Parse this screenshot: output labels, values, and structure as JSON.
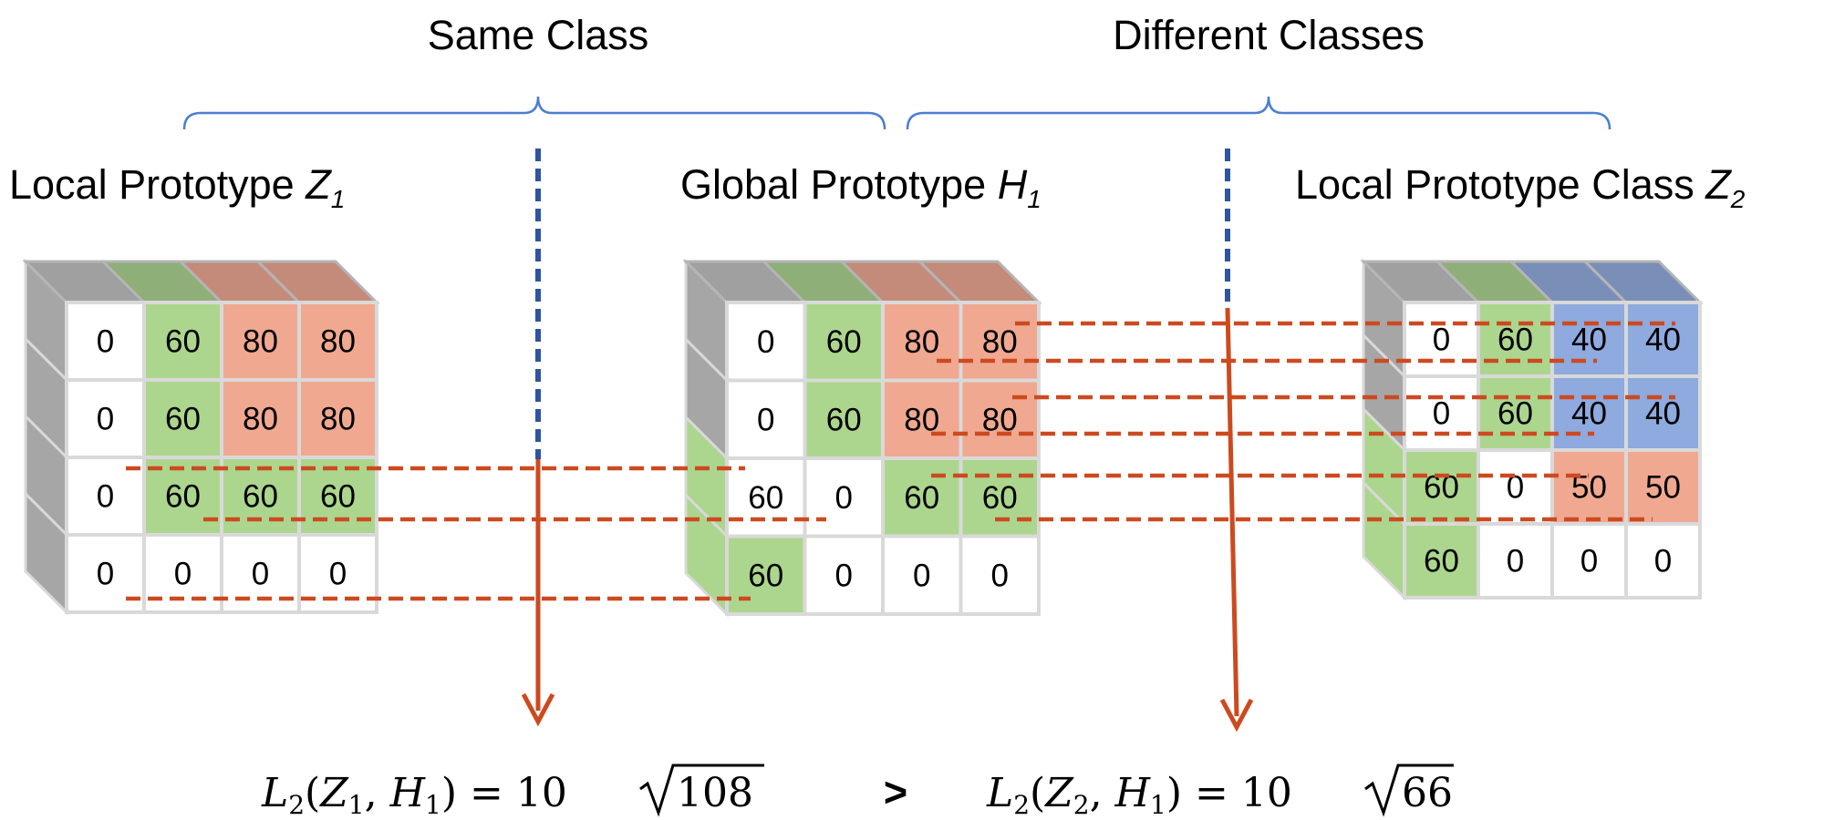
{
  "headers": {
    "same_class": "Same Class",
    "different_classes": "Different Classes"
  },
  "labels": [
    {
      "text": "Local Prototype ",
      "var": "Z",
      "sub": "1"
    },
    {
      "text": "Global Prototype ",
      "var": "H",
      "sub": "1"
    },
    {
      "text": "Local Prototype Class ",
      "var": "Z",
      "sub": "2"
    }
  ],
  "colors": {
    "white": "#ffffff",
    "green": "#acd68e",
    "red": "#f0a890",
    "blue": "#8eaadf",
    "top_gray": "#a0a0a0",
    "top_green": "#8faf78",
    "top_red": "#c48b7a",
    "top_blue": "#7a8fb8",
    "side_gray": "#a6a6a6",
    "side_green": "#acd68e",
    "grid": "#d9d9d9",
    "dash": "#cc4a1f",
    "blue_dash": "#2f54a0",
    "brace": "#4a7fd0"
  },
  "cubes": [
    {
      "name": "local-prototype-z1",
      "values": [
        [
          "0",
          "60",
          "80",
          "80"
        ],
        [
          "0",
          "60",
          "80",
          "80"
        ],
        [
          "0",
          "60",
          "60",
          "60"
        ],
        [
          "0",
          "0",
          "0",
          "0"
        ]
      ],
      "fills": [
        [
          "white",
          "green",
          "red",
          "red"
        ],
        [
          "white",
          "green",
          "red",
          "red"
        ],
        [
          "white",
          "green",
          "green",
          "green"
        ],
        [
          "white",
          "white",
          "white",
          "white"
        ]
      ],
      "top": [
        "top_gray",
        "top_green",
        "top_red",
        "top_red"
      ],
      "side": [
        "side_gray",
        "side_gray",
        "side_gray",
        "side_gray"
      ]
    },
    {
      "name": "global-prototype-h1",
      "values": [
        [
          "0",
          "60",
          "80",
          "80"
        ],
        [
          "0",
          "60",
          "80",
          "80"
        ],
        [
          "60",
          "0",
          "60",
          "60"
        ],
        [
          "60",
          "0",
          "0",
          "0"
        ]
      ],
      "fills": [
        [
          "white",
          "green",
          "red",
          "red"
        ],
        [
          "white",
          "green",
          "red",
          "red"
        ],
        [
          "white",
          "white",
          "green",
          "green"
        ],
        [
          "green",
          "white",
          "white",
          "white"
        ]
      ],
      "top": [
        "top_gray",
        "top_green",
        "top_red",
        "top_red"
      ],
      "side": [
        "side_gray",
        "side_gray",
        "side_green",
        "side_green"
      ]
    },
    {
      "name": "local-prototype-class-z2",
      "values": [
        [
          "0",
          "60",
          "40",
          "40"
        ],
        [
          "0",
          "60",
          "40",
          "40"
        ],
        [
          "60",
          "0",
          "50",
          "50"
        ],
        [
          "60",
          "0",
          "0",
          "0"
        ]
      ],
      "fills": [
        [
          "white",
          "green",
          "blue",
          "blue"
        ],
        [
          "white",
          "green",
          "blue",
          "blue"
        ],
        [
          "green",
          "white",
          "red",
          "red"
        ],
        [
          "green",
          "white",
          "white",
          "white"
        ]
      ],
      "top": [
        "top_gray",
        "top_green",
        "top_blue",
        "top_blue"
      ],
      "side": [
        "side_gray",
        "side_gray",
        "side_green",
        "side_green"
      ]
    }
  ],
  "formulas": [
    {
      "L": "L",
      "Lsub": "2",
      "open": "(",
      "a": "Z",
      "asub": "1",
      "comma": ", ",
      "b": "H",
      "bsub": "1",
      "close": ") = 10",
      "radicand": "108"
    },
    {
      "L": "L",
      "Lsub": "2",
      "open": "(",
      "a": "Z",
      "asub": "2",
      "comma": ", ",
      "b": "H",
      "bsub": "1",
      "close": ") = 10",
      "radicand": "66"
    }
  ],
  "comparison": ">"
}
